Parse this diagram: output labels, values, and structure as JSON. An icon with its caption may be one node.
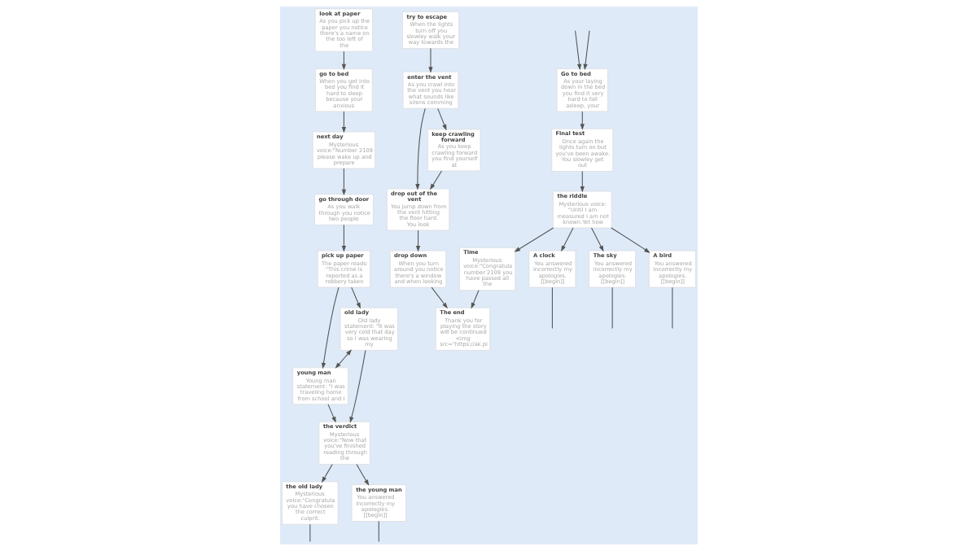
{
  "diagram": {
    "nodes": [
      {
        "text": [
          "go to bed",
          "When you get into bed you find it hard to sleep because your anxious"
        ]
      },
      {
        "text": [
          "look at paper",
          "As you pick up the paper you notice there's a name on the too left of the"
        ]
      },
      {
        "text": [
          "next day",
          "Mysterious voice:\"Number 2109 please wake up and prepare"
        ]
      },
      {
        "text": [
          "go through door",
          "As you walk through you notice two people"
        ]
      },
      {
        "text": [
          "pick up paper",
          "The paper reads: \"This crime is reported as a robbery taken"
        ]
      },
      {
        "text": [
          "old lady",
          "Old lady statement: \"It was very cold that day so I was wearing my"
        ]
      },
      {
        "text": [
          "young man",
          "Young man statement: \"I was traveling home from school and I"
        ]
      },
      {
        "text": [
          "the verdict",
          "Mysterious voice:\"Now that you've finished reading through the"
        ]
      },
      {
        "text": [
          "the old lady",
          "Mysterious voice:\"Congratula you have chosen the correct culprit."
        ]
      },
      {
        "text": [
          "the young man",
          "You answered incorrectly my apologies. [[begin]]"
        ]
      },
      {
        "text": [
          "Go to bed",
          "As your laying down in the bed you find it very hard to fall asleep, your"
        ]
      },
      {
        "text": [
          "Final test",
          "Once again the lights turn on but you've been awake. You slowley get out"
        ]
      },
      {
        "text": [
          "the riddle",
          "Mysterious voice: \"Until I am measured I am not known.Yet how"
        ]
      },
      {
        "text": [
          "A clock",
          "You answered incorrectly my apologies. [[begin]]"
        ]
      },
      {
        "text": [
          "Time",
          "Mysterious voice:\"Congratula number 2109 you have passed all the"
        ]
      },
      {
        "text": [
          "The sky",
          "You answered incorrectly my apologies. [[begin]]"
        ]
      },
      {
        "text": [
          "A bird",
          "You answered incorrectly my apologies. [[begin]]"
        ]
      },
      {
        "text": [
          "try to escape",
          "When the lights turn off you slowley walk your way towards the"
        ]
      },
      {
        "text": [
          "enter the vent",
          "As you crawl into the vent you hear what sounds like sirens comming"
        ]
      },
      {
        "text": [
          "drop out of the vent",
          "You jump down from the vent hitting the floor hard. You look"
        ]
      },
      {
        "text": [
          "keep crawling forward",
          "As you keep crawling forward you find yourself at"
        ]
      },
      {
        "text": [
          "drop down",
          "When you turn around you notice there's a window and when looking"
        ]
      },
      {
        "text": [
          "The end",
          "Thank you for playing the story will be continued <img src=\"https://ak.pi"
        ]
      }
    ],
    "edges": [
      {
        "from": 1,
        "to": 0,
        "arrow": "to"
      },
      {
        "from": 0,
        "to": 2,
        "arrow": "to"
      },
      {
        "from": 2,
        "to": 3,
        "arrow": "to"
      },
      {
        "from": 3,
        "to": 4,
        "arrow": "to"
      },
      {
        "from": 4,
        "to": 5,
        "arrow": "to"
      },
      {
        "from": 4,
        "to": 6,
        "arrow": "to"
      },
      {
        "from": 5,
        "to": 6,
        "arrow": "both"
      },
      {
        "from": 5,
        "to": 7,
        "arrow": "to"
      },
      {
        "from": 6,
        "to": 7,
        "arrow": "to"
      },
      {
        "from": 7,
        "to": 8,
        "arrow": "to"
      },
      {
        "from": 7,
        "to": 9,
        "arrow": "to"
      },
      {
        "from": 9,
        "to": null,
        "arrow": "none"
      },
      {
        "from": 8,
        "to": null,
        "arrow": "none"
      },
      {
        "from": null,
        "to": 10,
        "arrow": "to"
      },
      {
        "from": null,
        "to": 10,
        "arrow": "to"
      },
      {
        "from": 10,
        "to": 11,
        "arrow": "to"
      },
      {
        "from": 11,
        "to": 12,
        "arrow": "to"
      },
      {
        "from": 12,
        "to": 13,
        "arrow": "to"
      },
      {
        "from": 12,
        "to": 14,
        "arrow": "to"
      },
      {
        "from": 12,
        "to": 15,
        "arrow": "to"
      },
      {
        "from": 12,
        "to": 16,
        "arrow": "to"
      },
      {
        "from": 13,
        "to": null,
        "arrow": "none"
      },
      {
        "from": 15,
        "to": null,
        "arrow": "none"
      },
      {
        "from": 16,
        "to": null,
        "arrow": "none"
      },
      {
        "from": 14,
        "to": 22,
        "arrow": "to"
      },
      {
        "from": 17,
        "to": 18,
        "arrow": "to"
      },
      {
        "from": 18,
        "to": 19,
        "arrow": "to"
      },
      {
        "from": 18,
        "to": 20,
        "arrow": "to"
      },
      {
        "from": 20,
        "to": 19,
        "arrow": "to"
      },
      {
        "from": 19,
        "to": 21,
        "arrow": "to"
      },
      {
        "from": 21,
        "to": 22,
        "arrow": "to"
      }
    ]
  }
}
